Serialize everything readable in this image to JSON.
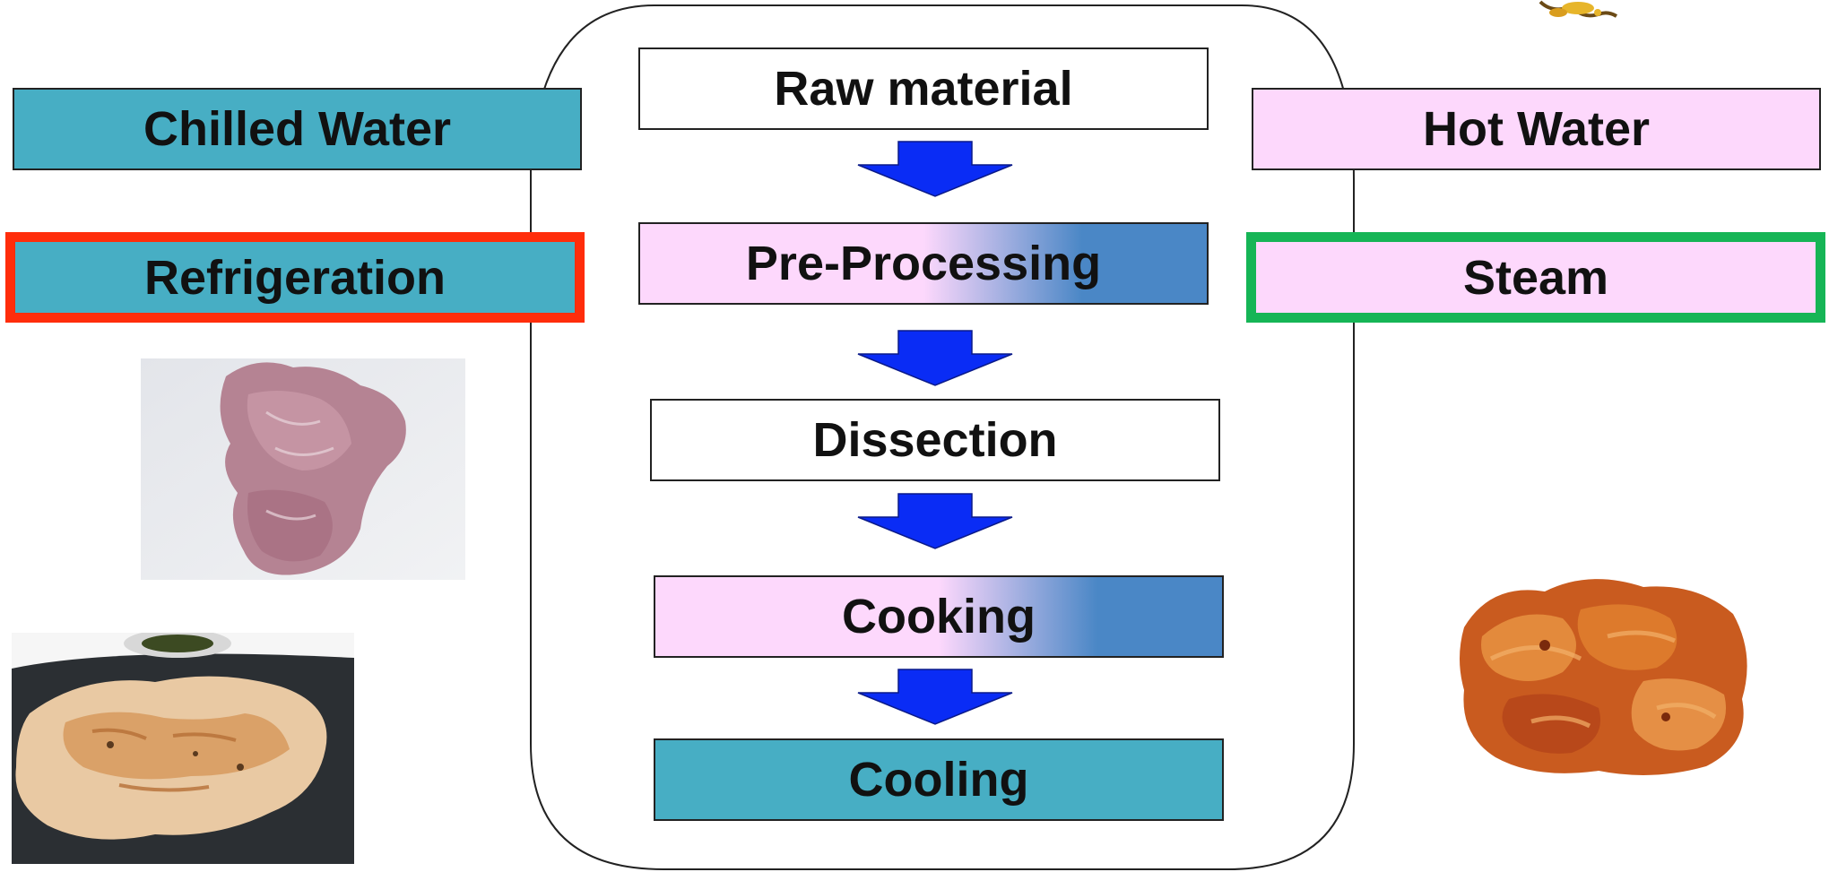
{
  "center_flow": {
    "steps": [
      {
        "label": "Raw material",
        "style": "white"
      },
      {
        "label": "Pre-Processing",
        "style": "pink-to-blue-gradient"
      },
      {
        "label": "Dissection",
        "style": "white"
      },
      {
        "label": "Cooking",
        "style": "pink-to-blue-gradient"
      },
      {
        "label": "Cooling",
        "style": "teal"
      }
    ]
  },
  "left_column": {
    "chilled_water": "Chilled Water",
    "refrigeration": "Refrigeration"
  },
  "right_column": {
    "hot_water": "Hot Water",
    "steam": "Steam"
  },
  "colors": {
    "teal": "#47aec4",
    "pink": "#fdd8fc",
    "blue_gradient_end": "#4a87c6",
    "arrow_blue": "#0a2cf5",
    "red_outline": "#ff2d0b",
    "green_outline": "#16b556"
  },
  "icons": [
    "down-arrow-icon",
    "raw-chicken-photo",
    "grilled-chicken-photo",
    "fried-chicken-photo",
    "duck-clipart"
  ]
}
